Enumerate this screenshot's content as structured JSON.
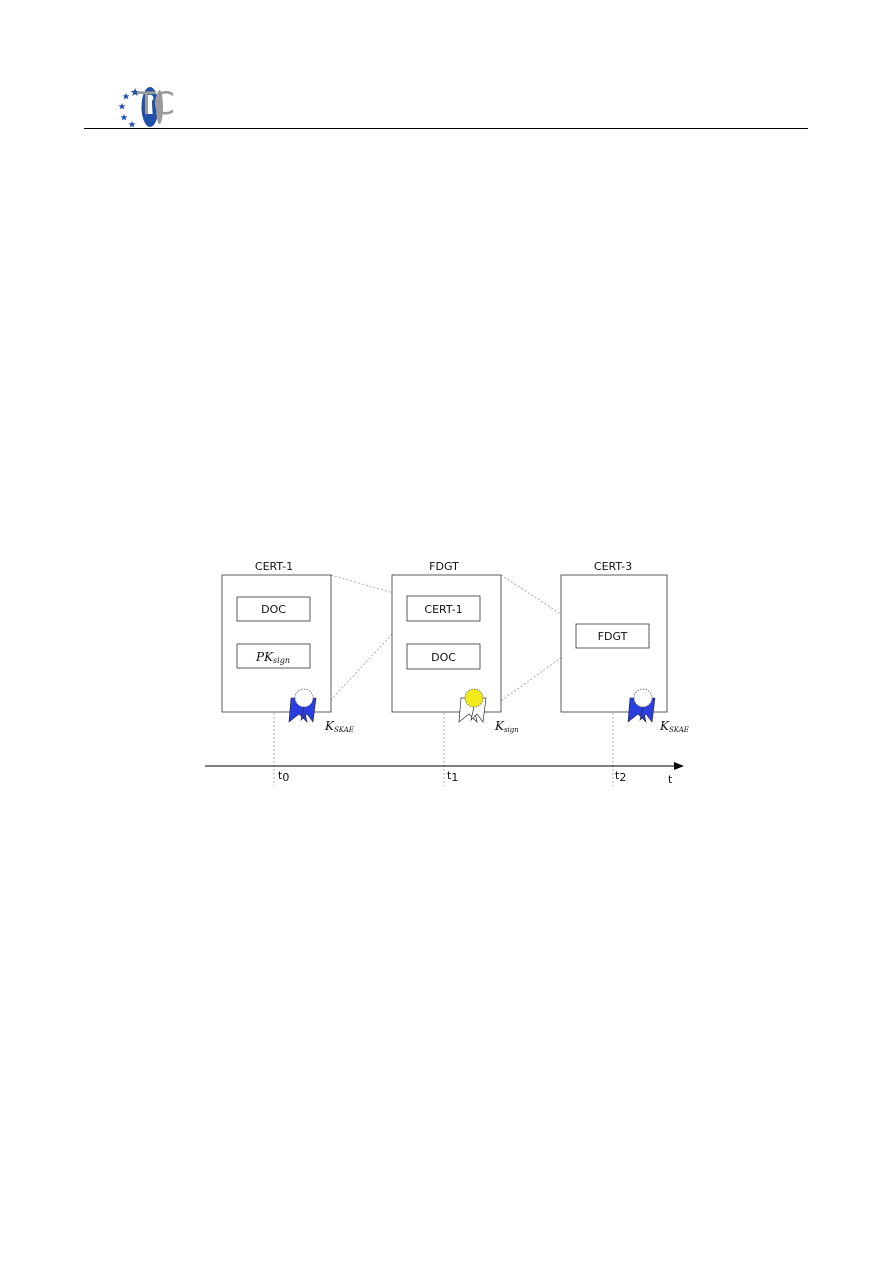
{
  "header": {
    "logo_text": "TC",
    "colors": {
      "logo_blue": "#1f4fa8",
      "logo_gray": "#9a9a9a",
      "rule": "#000000"
    }
  },
  "diagram": {
    "documents": [
      {
        "title": "CERT-1",
        "contents": [
          "DOC",
          "PK"
        ],
        "pk_subscript": "sign",
        "seal": {
          "key": "K",
          "key_subscript": "SKAE",
          "ribbon": "blue",
          "medal": "white"
        }
      },
      {
        "title": "FDGT",
        "contents": [
          "CERT-1",
          "DOC"
        ],
        "seal": {
          "key": "K",
          "key_subscript": "sign",
          "ribbon": "white",
          "medal": "yellow"
        }
      },
      {
        "title": "CERT-3",
        "contents": [
          "FDGT"
        ],
        "seal": {
          "key": "K",
          "key_subscript": "SKAE",
          "ribbon": "blue",
          "medal": "white"
        }
      }
    ],
    "timeline": {
      "axis_label": "t",
      "ticks": [
        {
          "t": "t",
          "sub": "0"
        },
        {
          "t": "t",
          "sub": "1"
        },
        {
          "t": "t",
          "sub": "2"
        }
      ]
    },
    "colors": {
      "ribbon_blue": "#2b3fe0",
      "medal_yellow": "#f2ea1c",
      "stroke": "#333333",
      "dotted": "#9a9a9a"
    }
  }
}
